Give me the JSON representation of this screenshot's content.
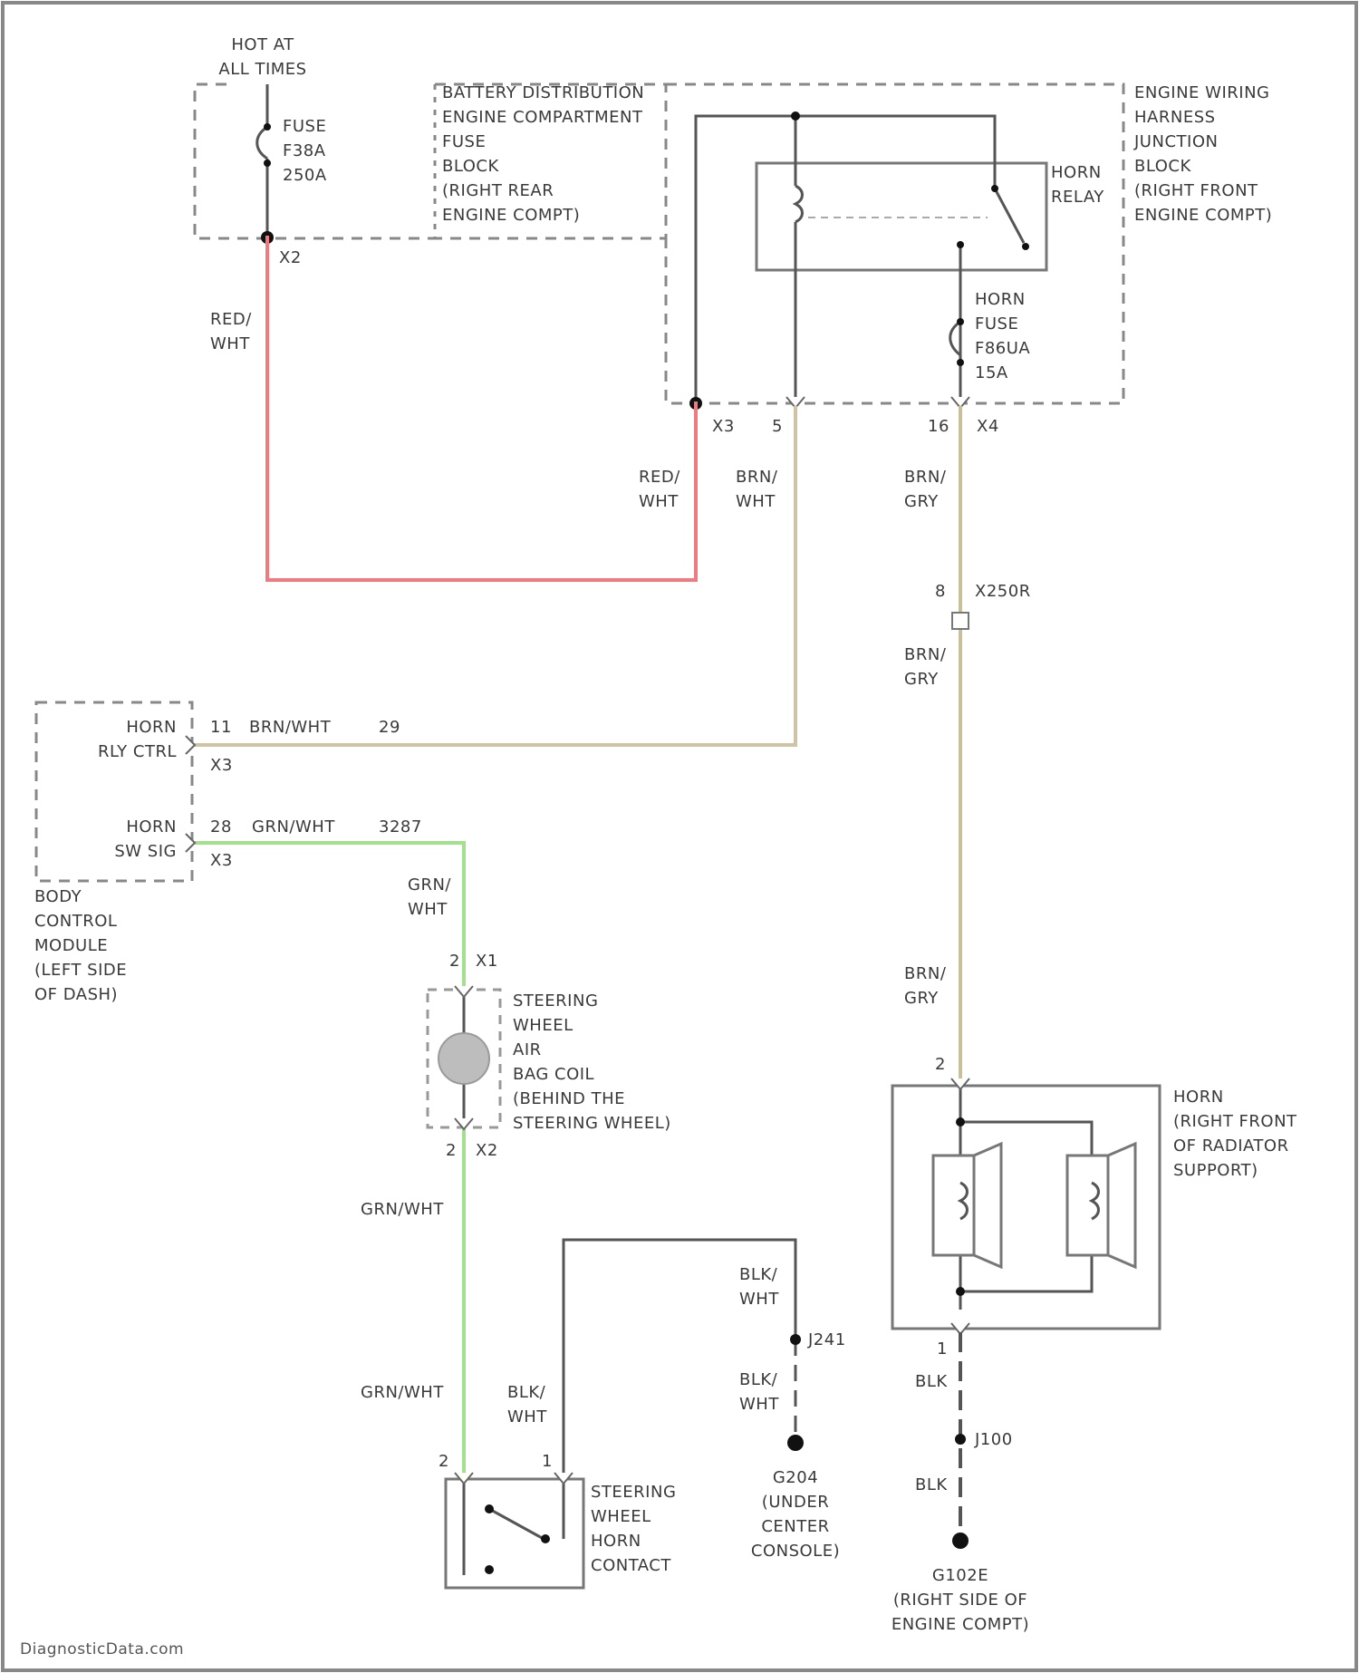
{
  "colors": {
    "red_wht": "#f07a7f",
    "brn_wht": "#cfc3a6",
    "brn_gry": "#c9c09a",
    "grn_wht": "#a2e08e",
    "frame": "#888888",
    "ink": "#3a3a3a"
  },
  "labels": {
    "hot_at_all_times": [
      "HOT AT",
      "ALL TIMES"
    ],
    "fuse_f38a": [
      "FUSE",
      "F38A",
      "250A"
    ],
    "battery_dist": [
      "BATTERY DISTRIBUTION",
      "ENGINE COMPARTMENT",
      "FUSE",
      "BLOCK",
      "",
      "(RIGHT REAR",
      "ENGINE COMPT)"
    ],
    "x2_top": "X2",
    "red_wht_1": [
      "RED/",
      "WHT"
    ],
    "engine_harness_jb": [
      "ENGINE WIRING",
      "HARNESS",
      "JUNCTION",
      "BLOCK",
      "(RIGHT FRONT",
      "ENGINE COMPT)"
    ],
    "horn_relay": [
      "HORN",
      "RELAY"
    ],
    "horn_fuse": [
      "HORN",
      "FUSE",
      "F86UA",
      "15A"
    ],
    "x3_conn": "X3",
    "pin_5": "5",
    "pin_16": "16",
    "x4_conn": "X4",
    "red_wht_2": [
      "RED/",
      "WHT"
    ],
    "brn_wht_1": [
      "BRN/",
      "WHT"
    ],
    "brn_gry_1": [
      "BRN/",
      "GRY"
    ],
    "pin_8": "8",
    "x250r": "X250R",
    "brn_gry_2": [
      "BRN/",
      "GRY"
    ],
    "bcm_horn_rly": [
      "HORN",
      "RLY CTRL"
    ],
    "pin_11": "11",
    "brn_wht_inline": "BRN/WHT",
    "pin_29": "29",
    "x3_bcm": "X3",
    "bcm_horn_sw": [
      "HORN",
      "SW SIG"
    ],
    "pin_28": "28",
    "grn_wht_inline": "GRN/WHT",
    "splice_3287": "3287",
    "x3_bcm2": "X3",
    "bcm_name": [
      "BODY",
      "CONTROL",
      "MODULE",
      "(LEFT SIDE",
      "OF DASH)"
    ],
    "grn_wht_1": [
      "GRN/",
      "WHT"
    ],
    "clock_pin_top": "2",
    "x1_conn": "X1",
    "clockspring": [
      "STEERING",
      "WHEEL",
      "AIR",
      "BAG COIL",
      "(BEHIND THE",
      "STEERING WHEEL)"
    ],
    "clock_pin_bot": "2",
    "x2_conn": "X2",
    "brn_gry_3": [
      "BRN/",
      "GRY"
    ],
    "horn_pin_2": "2",
    "horn_name": [
      "HORN",
      "(RIGHT FRONT",
      "OF RADIATOR",
      "SUPPORT)"
    ],
    "grn_wht_2": "GRN/WHT",
    "blk_wht_1": [
      "BLK/",
      "WHT"
    ],
    "j241": "J241",
    "blk_wht_2": [
      "BLK/",
      "WHT"
    ],
    "g204": [
      "G204",
      "(UNDER",
      "CENTER",
      "CONSOLE)"
    ],
    "horn_pin_1": "1",
    "blk_1": "BLK",
    "j100": "J100",
    "blk_2": "BLK",
    "g102e": [
      "G102E",
      "(RIGHT SIDE OF",
      "ENGINE COMPT)"
    ],
    "grn_wht_3": "GRN/WHT",
    "blk_wht_3": [
      "BLK/",
      "WHT"
    ],
    "sw_pin_2": "2",
    "sw_pin_1": "1",
    "horn_contact": [
      "STEERING",
      "WHEEL",
      "HORN",
      "CONTACT"
    ],
    "watermark": "DiagnosticData.com"
  }
}
